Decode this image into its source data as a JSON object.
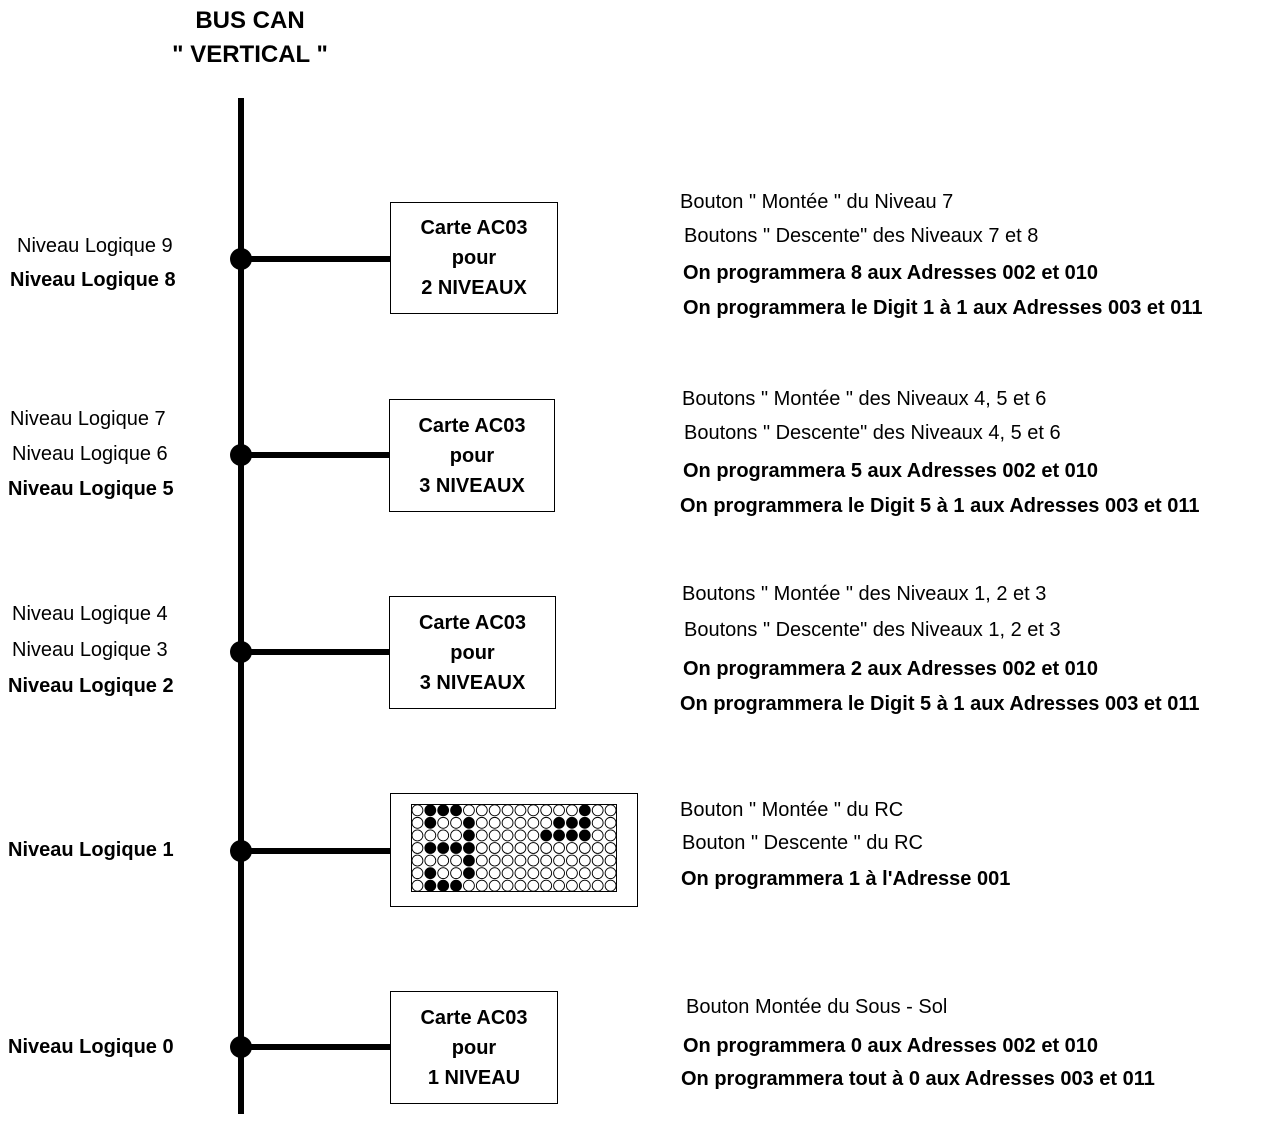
{
  "bus": {
    "title_line1": "BUS CAN",
    "title_line2": "\" VERTICAL \""
  },
  "levels": {
    "l9": "Niveau Logique 9",
    "l8": "Niveau Logique 8",
    "l7": "Niveau Logique 7",
    "l6": "Niveau Logique 6",
    "l5": "Niveau Logique 5",
    "l4": "Niveau Logique 4",
    "l3": "Niveau Logique 3",
    "l2": "Niveau Logique 2",
    "l1": "Niveau Logique 1",
    "l0": "Niveau Logique 0"
  },
  "cards": [
    {
      "line1": "Carte AC03",
      "line2": "pour",
      "line3": "2 NIVEAUX"
    },
    {
      "line1": "Carte AC03",
      "line2": "pour",
      "line3": "3 NIVEAUX"
    },
    {
      "line1": "Carte AC03",
      "line2": "pour",
      "line3": "3 NIVEAUX"
    },
    {
      "line1": "Carte AC03",
      "line2": "pour",
      "line3": "1 NIVEAU"
    }
  ],
  "notes": [
    {
      "line1": "Bouton \" Montée \" du Niveau  7",
      "line2": "Boutons \" Descente\" des Niveaux 7 et 8",
      "line3": "On programmera 8 aux Adresses 002 et 010",
      "line4": "On programmera le Digit 1 à 1 aux  Adresses 003 et 011"
    },
    {
      "line1": "Boutons \" Montée \" des Niveaux 4, 5 et 6",
      "line2": "Boutons \" Descente\" des Niveaux 4, 5 et 6",
      "line3": "On programmera 5 aux Adresses 002 et 010",
      "line4": "On programmera le Digit 5 à 1 aux  Adresses 003 et 011"
    },
    {
      "line1": "Boutons \" Montée \" des Niveaux 1, 2 et 3",
      "line2": "Boutons \" Descente\" des Niveaux 1, 2 et 3",
      "line3": "On programmera 2 aux Adresses 002 et 010",
      "line4": "On programmera le Digit 5 à 1 aux  Adresses 003 et 011"
    },
    {
      "line1": "Bouton \" Montée \" du  RC",
      "line2": "Bouton  \" Descente \"  du  RC",
      "line3": "On programmera 1 à l'Adresse 001"
    },
    {
      "line1": "Bouton Montée du Sous - Sol",
      "line2": "On programmera 0 aux Adresses 002 et 010",
      "line3": "On programmera tout à 0 aux  Adresses 003 et 011"
    }
  ],
  "display": {
    "rows": [
      "0111000000000100",
      "0100100000011100",
      "0000100000111100",
      "0111100000000000",
      "0000100000000000",
      "0100100000000000",
      "0111000000000000"
    ]
  }
}
